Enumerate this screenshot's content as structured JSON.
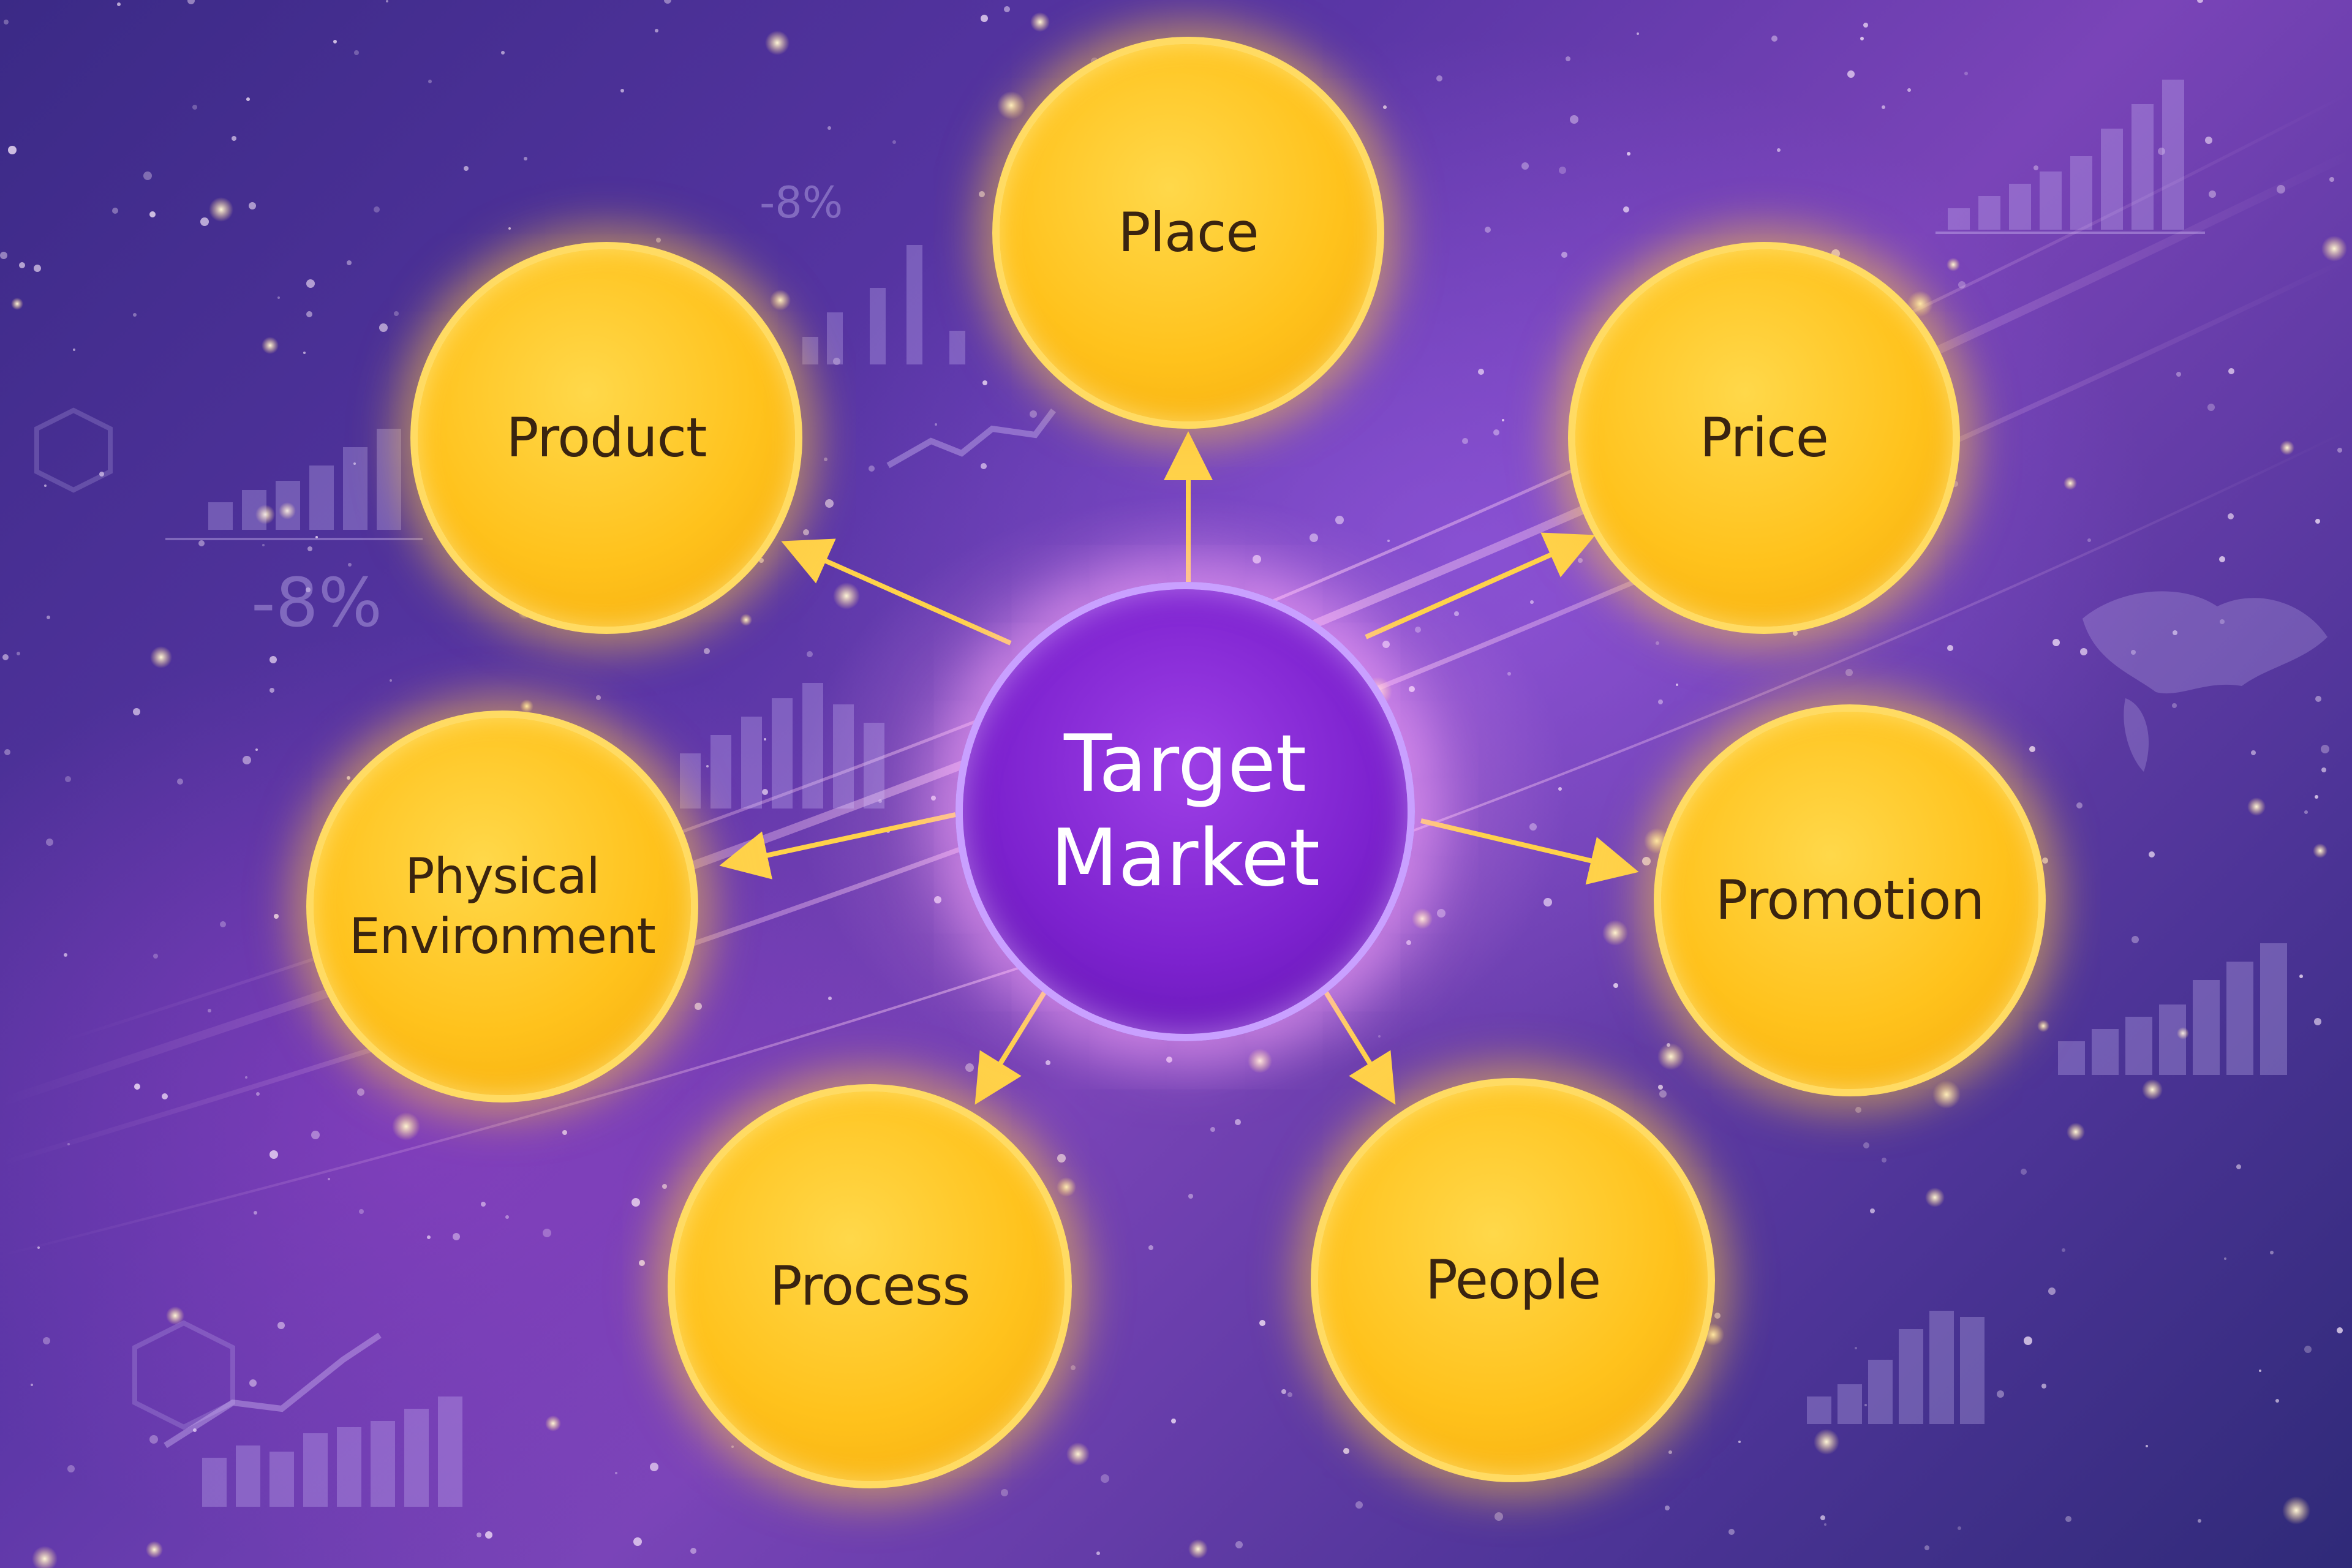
{
  "diagram": {
    "center": {
      "label": "Target\nMarket"
    },
    "nodes": [
      {
        "id": "place",
        "label": "Place"
      },
      {
        "id": "product",
        "label": "Product"
      },
      {
        "id": "price",
        "label": "Price"
      },
      {
        "id": "physical-environment",
        "label": "Physical\nEnvironment"
      },
      {
        "id": "promotion",
        "label": "Promotion"
      },
      {
        "id": "process",
        "label": "Process"
      },
      {
        "id": "people",
        "label": "People"
      }
    ]
  },
  "background": {
    "decorative_texts": [
      "-8%",
      "-8%"
    ]
  },
  "colors": {
    "node_fill": "#ffc21c",
    "node_border": "#ffdb63",
    "center_fill": "#7d22cf",
    "center_border": "#c9a0ff",
    "arrow": "#ffd24a",
    "text_dark": "#3a2410",
    "text_light": "#ffffff"
  }
}
